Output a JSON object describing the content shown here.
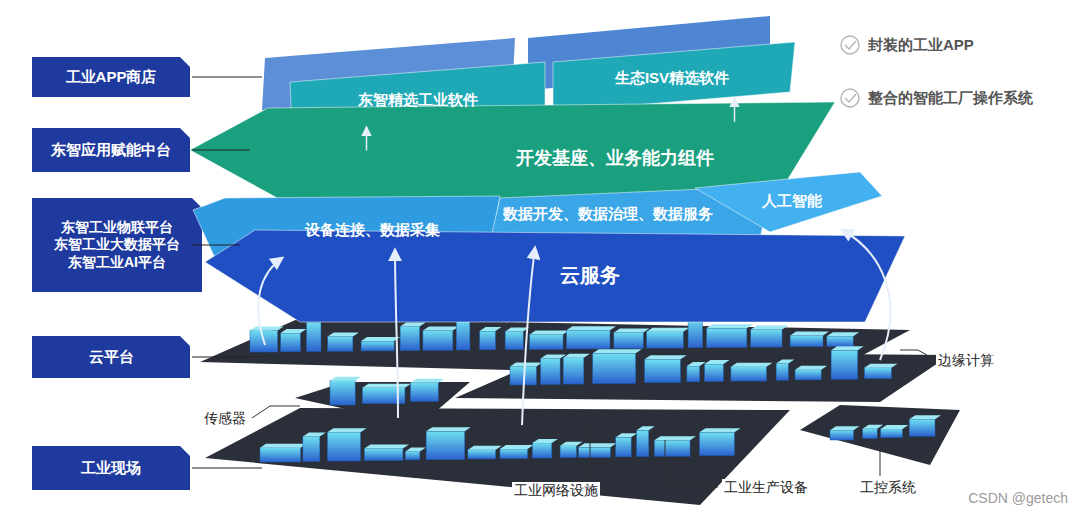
{
  "diagram": {
    "nodes": [
      {
        "text": [
          "工业APP商店"
        ]
      },
      {
        "text": [
          "东智精选工业软件"
        ]
      },
      {
        "text": [
          "生态ISV精选软件"
        ]
      },
      {
        "text": [
          "东智应用赋能中台"
        ]
      },
      {
        "text": [
          "开发基座、业务能力组件"
        ]
      },
      {
        "text": [
          "东智工业物联平台 东智工业大数据平台 东智工业AI平台"
        ]
      },
      {
        "text": [
          "设备连接、数据采集"
        ]
      },
      {
        "text": [
          "数据开发、数据治理、数据服务"
        ]
      },
      {
        "text": [
          "人工智能"
        ]
      },
      {
        "text": [
          "云服务"
        ]
      },
      {
        "text": [
          "云平台"
        ]
      },
      {
        "text": [
          "工业现场"
        ]
      }
    ],
    "edges": [
      {
        "from": 4,
        "to": 1,
        "arrow": "to"
      },
      {
        "from": 4,
        "to": 2,
        "arrow": "to"
      }
    ],
    "labels": [
      "边缘计算",
      "传感器",
      "工业网络设施",
      "工业生产设备",
      "工控系统",
      "CSDN @getech"
    ],
    "legend": [
      {
        "text": "封装的工业APP"
      },
      {
        "text": "整合的智能工厂操作系统"
      }
    ]
  }
}
